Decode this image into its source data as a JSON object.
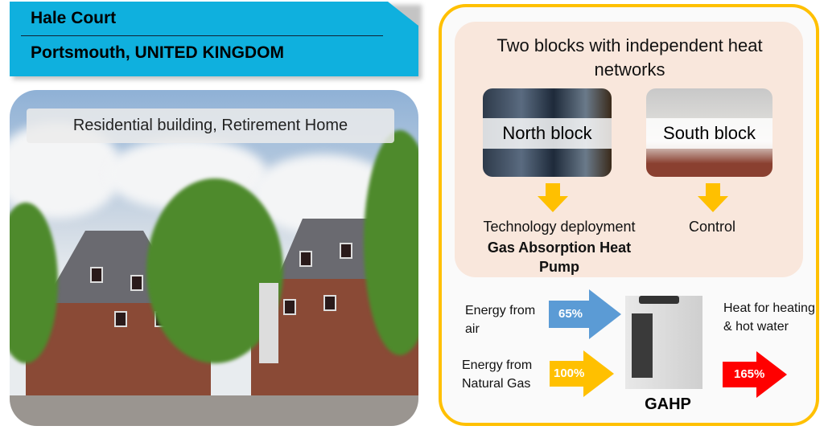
{
  "header": {
    "title": "Hale Court",
    "location": "Portsmouth, UNITED KINGDOM"
  },
  "photo": {
    "caption": "Residential building, Retirement Home"
  },
  "panel": {
    "title": "Two blocks with independent heat networks",
    "north": {
      "label": "North block",
      "outcome_line1": "Technology deployment",
      "outcome_line2": "Gas Absorption Heat Pump"
    },
    "south": {
      "label": "South block",
      "outcome": "Control"
    },
    "inputs": [
      {
        "label": "Energy from air",
        "value": "65%",
        "color": "#5b9bd5"
      },
      {
        "label": "Energy from Natural Gas",
        "value": "100%",
        "color": "#ffc000"
      }
    ],
    "output": {
      "label": "Heat for heating & hot water",
      "value": "165%",
      "color": "#ff0000"
    },
    "device_label": "GAHP"
  }
}
